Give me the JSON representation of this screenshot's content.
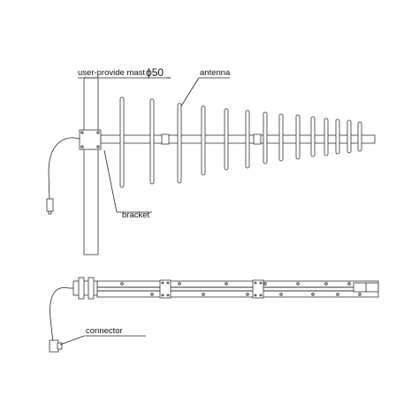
{
  "labels": {
    "mast": "user-provide mast",
    "mast_dim": "ϕ50",
    "antenna": "antenna",
    "bracket": "bracket",
    "connector": "connector"
  },
  "colors": {
    "line": "#222222",
    "background": "#ffffff"
  }
}
